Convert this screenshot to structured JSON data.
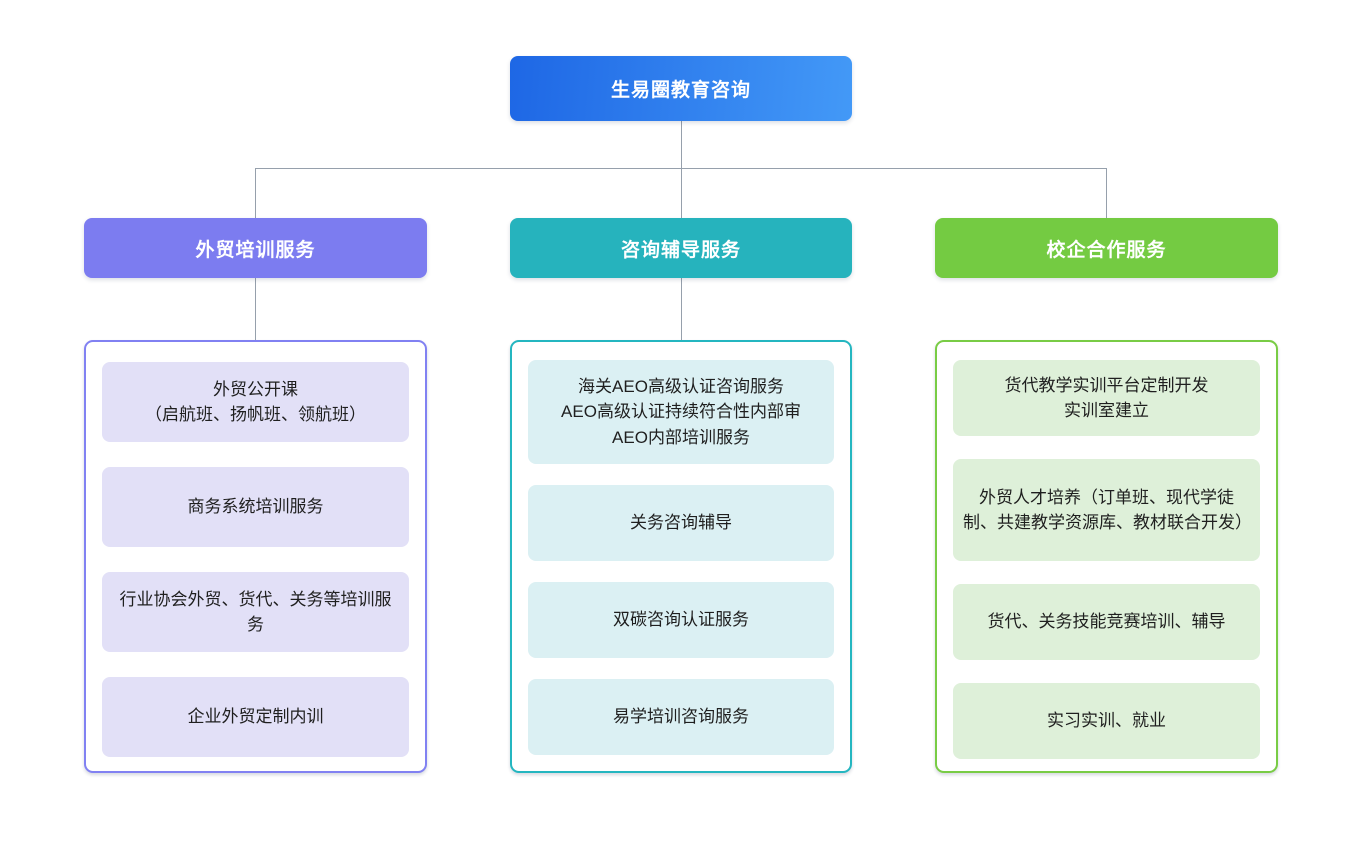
{
  "root": {
    "label": "生易圈教育咨询",
    "bg_gradient_from": "#1e67e5",
    "bg_gradient_to": "#4399f7"
  },
  "connector_color": "#96a0ac",
  "branches": [
    {
      "label": "外贸培训服务",
      "header_color": "#7c7cf0",
      "border_color": "#8181f2",
      "item_tint": "#e2e0f7",
      "items": [
        "外贸公开课\n（启航班、扬帆班、领航班）",
        "商务系统培训服务",
        "行业协会外贸、货代、关务等培训服务",
        "企业外贸定制内训"
      ]
    },
    {
      "label": "咨询辅导服务",
      "header_color": "#26b3bd",
      "border_color": "#24b6c0",
      "item_tint": "#dbf0f3",
      "items": [
        "海关AEO高级认证咨询服务\nAEO高级认证持续符合性内部审\nAEO内部培训服务",
        "关务咨询辅导",
        "双碳咨询认证服务",
        "易学培训咨询服务"
      ]
    },
    {
      "label": "校企合作服务",
      "header_color": "#74cb42",
      "border_color": "#79cc45",
      "item_tint": "#def0d9",
      "items": [
        "货代教学实训平台定制开发\n实训室建立",
        "外贸人才培养（订单班、现代学徒制、共建教学资源库、教材联合开发）",
        "货代、关务技能竞赛培训、辅导",
        "实习实训、就业"
      ]
    }
  ]
}
